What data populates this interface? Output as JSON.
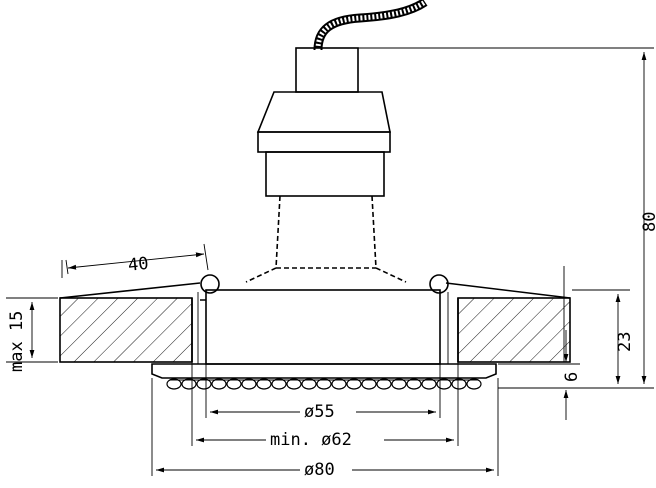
{
  "dimensions": {
    "arm_length": "40",
    "ceiling_max": "max 15",
    "total_height": "80",
    "recess_depth": "23",
    "bezel_height": "6",
    "inner_diameter": "ø55",
    "cutout_diameter": "min. ø62",
    "outer_diameter": "ø80"
  }
}
